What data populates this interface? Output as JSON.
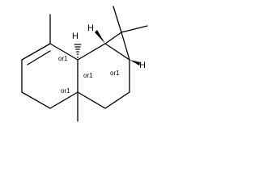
{
  "labels": {
    "h_top": "H",
    "h_left": "H",
    "h_right": "H",
    "or_c1": "or1",
    "or_c2": "or1",
    "or_c3": "or1",
    "or_c4": "or1"
  }
}
